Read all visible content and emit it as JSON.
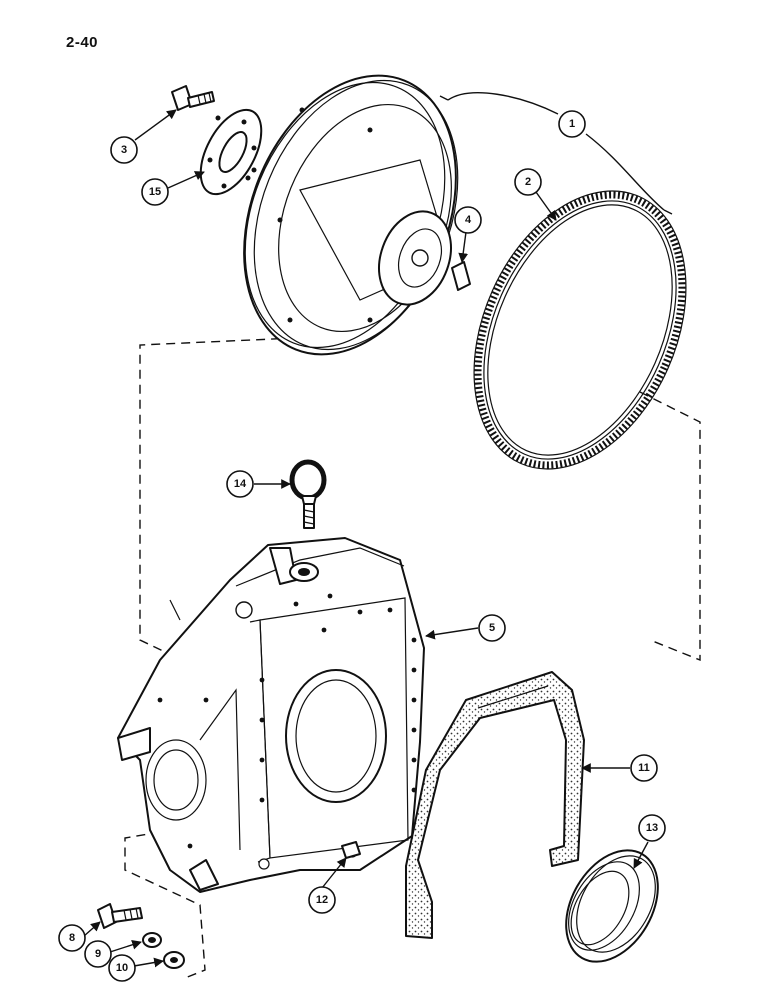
{
  "page": {
    "number": "2-40"
  },
  "callouts": [
    {
      "id": "c1",
      "label": "1"
    },
    {
      "id": "c2",
      "label": "2"
    },
    {
      "id": "c3",
      "label": "3"
    },
    {
      "id": "c4",
      "label": "4"
    },
    {
      "id": "c5",
      "label": "5"
    },
    {
      "id": "c8",
      "label": "8"
    },
    {
      "id": "c9",
      "label": "9"
    },
    {
      "id": "c10",
      "label": "10"
    },
    {
      "id": "c11",
      "label": "11"
    },
    {
      "id": "c12",
      "label": "12"
    },
    {
      "id": "c13",
      "label": "13"
    },
    {
      "id": "c14",
      "label": "14"
    },
    {
      "id": "c15",
      "label": "15"
    }
  ]
}
